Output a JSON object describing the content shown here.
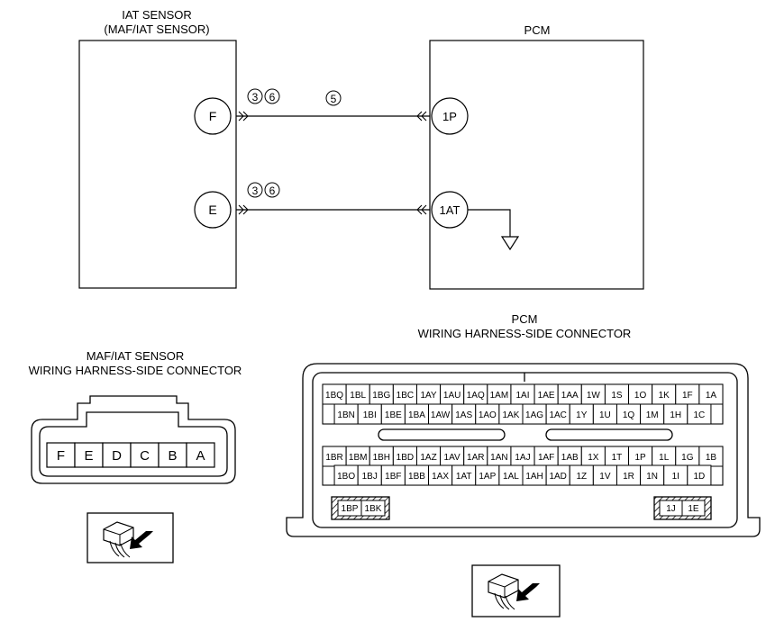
{
  "sensor": {
    "title_line1": "IAT SENSOR",
    "title_line2": "(MAF/IAT SENSOR)",
    "terminals": [
      "F",
      "E"
    ]
  },
  "pcm": {
    "title": "PCM",
    "terminals": [
      "1P",
      "1AT"
    ]
  },
  "wires": [
    {
      "marks": [
        "3",
        "6"
      ],
      "mid_mark": "5"
    },
    {
      "marks": [
        "3",
        "6"
      ],
      "mid_mark": ""
    }
  ],
  "sensor_connector": {
    "title_line1": "MAF/IAT SENSOR",
    "title_line2": "WIRING HARNESS-SIDE CONNECTOR",
    "pins": [
      "F",
      "E",
      "D",
      "C",
      "B",
      "A"
    ]
  },
  "pcm_connector": {
    "title_line1": "PCM",
    "title_line2": "WIRING HARNESS-SIDE CONNECTOR",
    "upper_row1": [
      "1BQ",
      "1BL",
      "1BG",
      "1BC",
      "1AY",
      "1AU",
      "1AQ",
      "1AM",
      "1AI",
      "1AE",
      "1AA",
      "1W",
      "1S",
      "1O",
      "1K",
      "1F",
      "1A"
    ],
    "upper_row2": [
      "1BN",
      "1BI",
      "1BE",
      "1BA",
      "1AW",
      "1AS",
      "1AO",
      "1AK",
      "1AG",
      "1AC",
      "1Y",
      "1U",
      "1Q",
      "1M",
      "1H",
      "1C"
    ],
    "lower_row1": [
      "1BR",
      "1BM",
      "1BH",
      "1BD",
      "1AZ",
      "1AV",
      "1AR",
      "1AN",
      "1AJ",
      "1AF",
      "1AB",
      "1X",
      "1T",
      "1P",
      "1L",
      "1G",
      "1B"
    ],
    "lower_row2": [
      "1BO",
      "1BJ",
      "1BF",
      "1BB",
      "1AX",
      "1AT",
      "1AP",
      "1AL",
      "1AH",
      "1AD",
      "1Z",
      "1V",
      "1R",
      "1N",
      "1I",
      "1D"
    ],
    "left_power": [
      "1BP",
      "1BK"
    ],
    "right_power": [
      "1J",
      "1E"
    ]
  }
}
